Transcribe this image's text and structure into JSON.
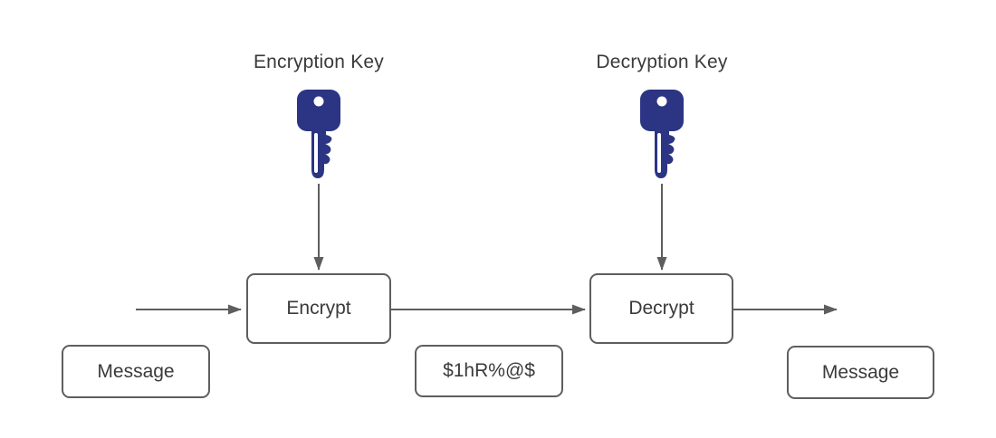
{
  "labels": {
    "encryption_key": "Encryption Key",
    "decryption_key": "Decryption Key"
  },
  "nodes": {
    "encrypt": "Encrypt",
    "decrypt": "Decrypt",
    "message_in": "Message",
    "ciphertext": "$1hR%@$",
    "message_out": "Message"
  },
  "icons": {
    "encryption_key": "key-icon",
    "decryption_key": "key-icon"
  },
  "colors": {
    "key_fill": "#2b3583",
    "stroke_gray": "#5e5e5e",
    "text": "#3a3a3a",
    "background": "#ffffff"
  }
}
